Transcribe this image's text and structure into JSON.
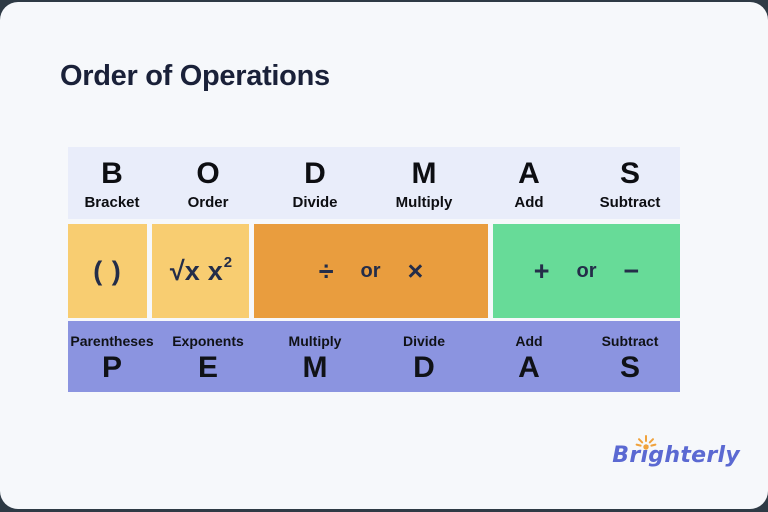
{
  "title": "Order of Operations",
  "bodmas": {
    "items": [
      {
        "letter": "B",
        "label": "Bracket"
      },
      {
        "letter": "O",
        "label": "Order"
      },
      {
        "letter": "D",
        "label": "Divide"
      },
      {
        "letter": "M",
        "label": "Multiply"
      },
      {
        "letter": "A",
        "label": "Add"
      },
      {
        "letter": "S",
        "label": "Subtract"
      }
    ]
  },
  "boxes": [
    {
      "name": "parentheses",
      "symbol": "( )"
    },
    {
      "name": "exponents",
      "radical": "√x",
      "base": "x",
      "exponent": "2"
    },
    {
      "name": "multiply-divide",
      "left": "÷",
      "conjunction": "or",
      "right": "×"
    },
    {
      "name": "add-subtract",
      "left": "+",
      "conjunction": "or",
      "right": "−"
    }
  ],
  "pemdas": {
    "items": [
      {
        "label": "Parentheses",
        "letter": "P"
      },
      {
        "label": "Exponents",
        "letter": "E"
      },
      {
        "label": "Multiply",
        "letter": "M"
      },
      {
        "label": "Divide",
        "letter": "D"
      },
      {
        "label": "Add",
        "letter": "A"
      },
      {
        "label": "Subtract",
        "letter": "S"
      }
    ]
  },
  "logo": {
    "text": "Brighterly",
    "icon": "sunburst"
  },
  "colors": {
    "page_background": "#2e3a45",
    "card_background": "#f6f8fb",
    "title_text": "#1a2139",
    "header_row_background": "#e9edfa",
    "yellow_box": "#f8cd71",
    "orange_box": "#e99d3e",
    "green_box": "#67db98",
    "purple_row": "#8b94e0",
    "symbol_text": "#242d49",
    "row_text": "#0d0e12",
    "logo_blue": "#5b69d2",
    "sun_orange": "#f0a23c"
  }
}
